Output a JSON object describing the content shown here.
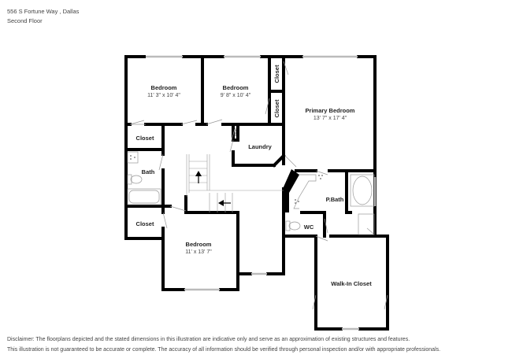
{
  "header": {
    "address": "556 S Fortune Way , Dallas",
    "floor": "Second Floor"
  },
  "rooms": [
    {
      "id": "bedroom-1",
      "name": "Bedroom",
      "dimensions": "11' 3\" x 10' 4\""
    },
    {
      "id": "bedroom-2",
      "name": "Bedroom",
      "dimensions": "9' 8\" x 10' 4\""
    },
    {
      "id": "closet-top-1",
      "name": "Closet"
    },
    {
      "id": "closet-top-2",
      "name": "Closet"
    },
    {
      "id": "primary-bedroom",
      "name": "Primary Bedroom",
      "dimensions": "13' 7\" x 17' 4\""
    },
    {
      "id": "closet-left-1",
      "name": "Closet"
    },
    {
      "id": "laundry",
      "name": "Laundry"
    },
    {
      "id": "laundry-closet",
      "name": "Closet"
    },
    {
      "id": "bath",
      "name": "Bath"
    },
    {
      "id": "p-bath",
      "name": "P.Bath"
    },
    {
      "id": "closet-left-2",
      "name": "Closet"
    },
    {
      "id": "wc",
      "name": "WC"
    },
    {
      "id": "bedroom-3",
      "name": "Bedroom",
      "dimensions": "11' x 13' 7\""
    },
    {
      "id": "walk-in-closet",
      "name": "Walk-In Closet"
    }
  ],
  "disclaimer": {
    "line1": "Disclaimer: The floorplans depicted and the stated dimensions in this illustration are indicative only and serve as an approximation of existing structures and features.",
    "line2": "This illustration is not guaranteed to be accurate or complete. The accuracy of all information should be verified through personal inspection and/or with appropriate professionals."
  },
  "colors": {
    "wall": "#000000",
    "window": "#cccccc",
    "fixture": "#888888",
    "text": "#222222"
  }
}
